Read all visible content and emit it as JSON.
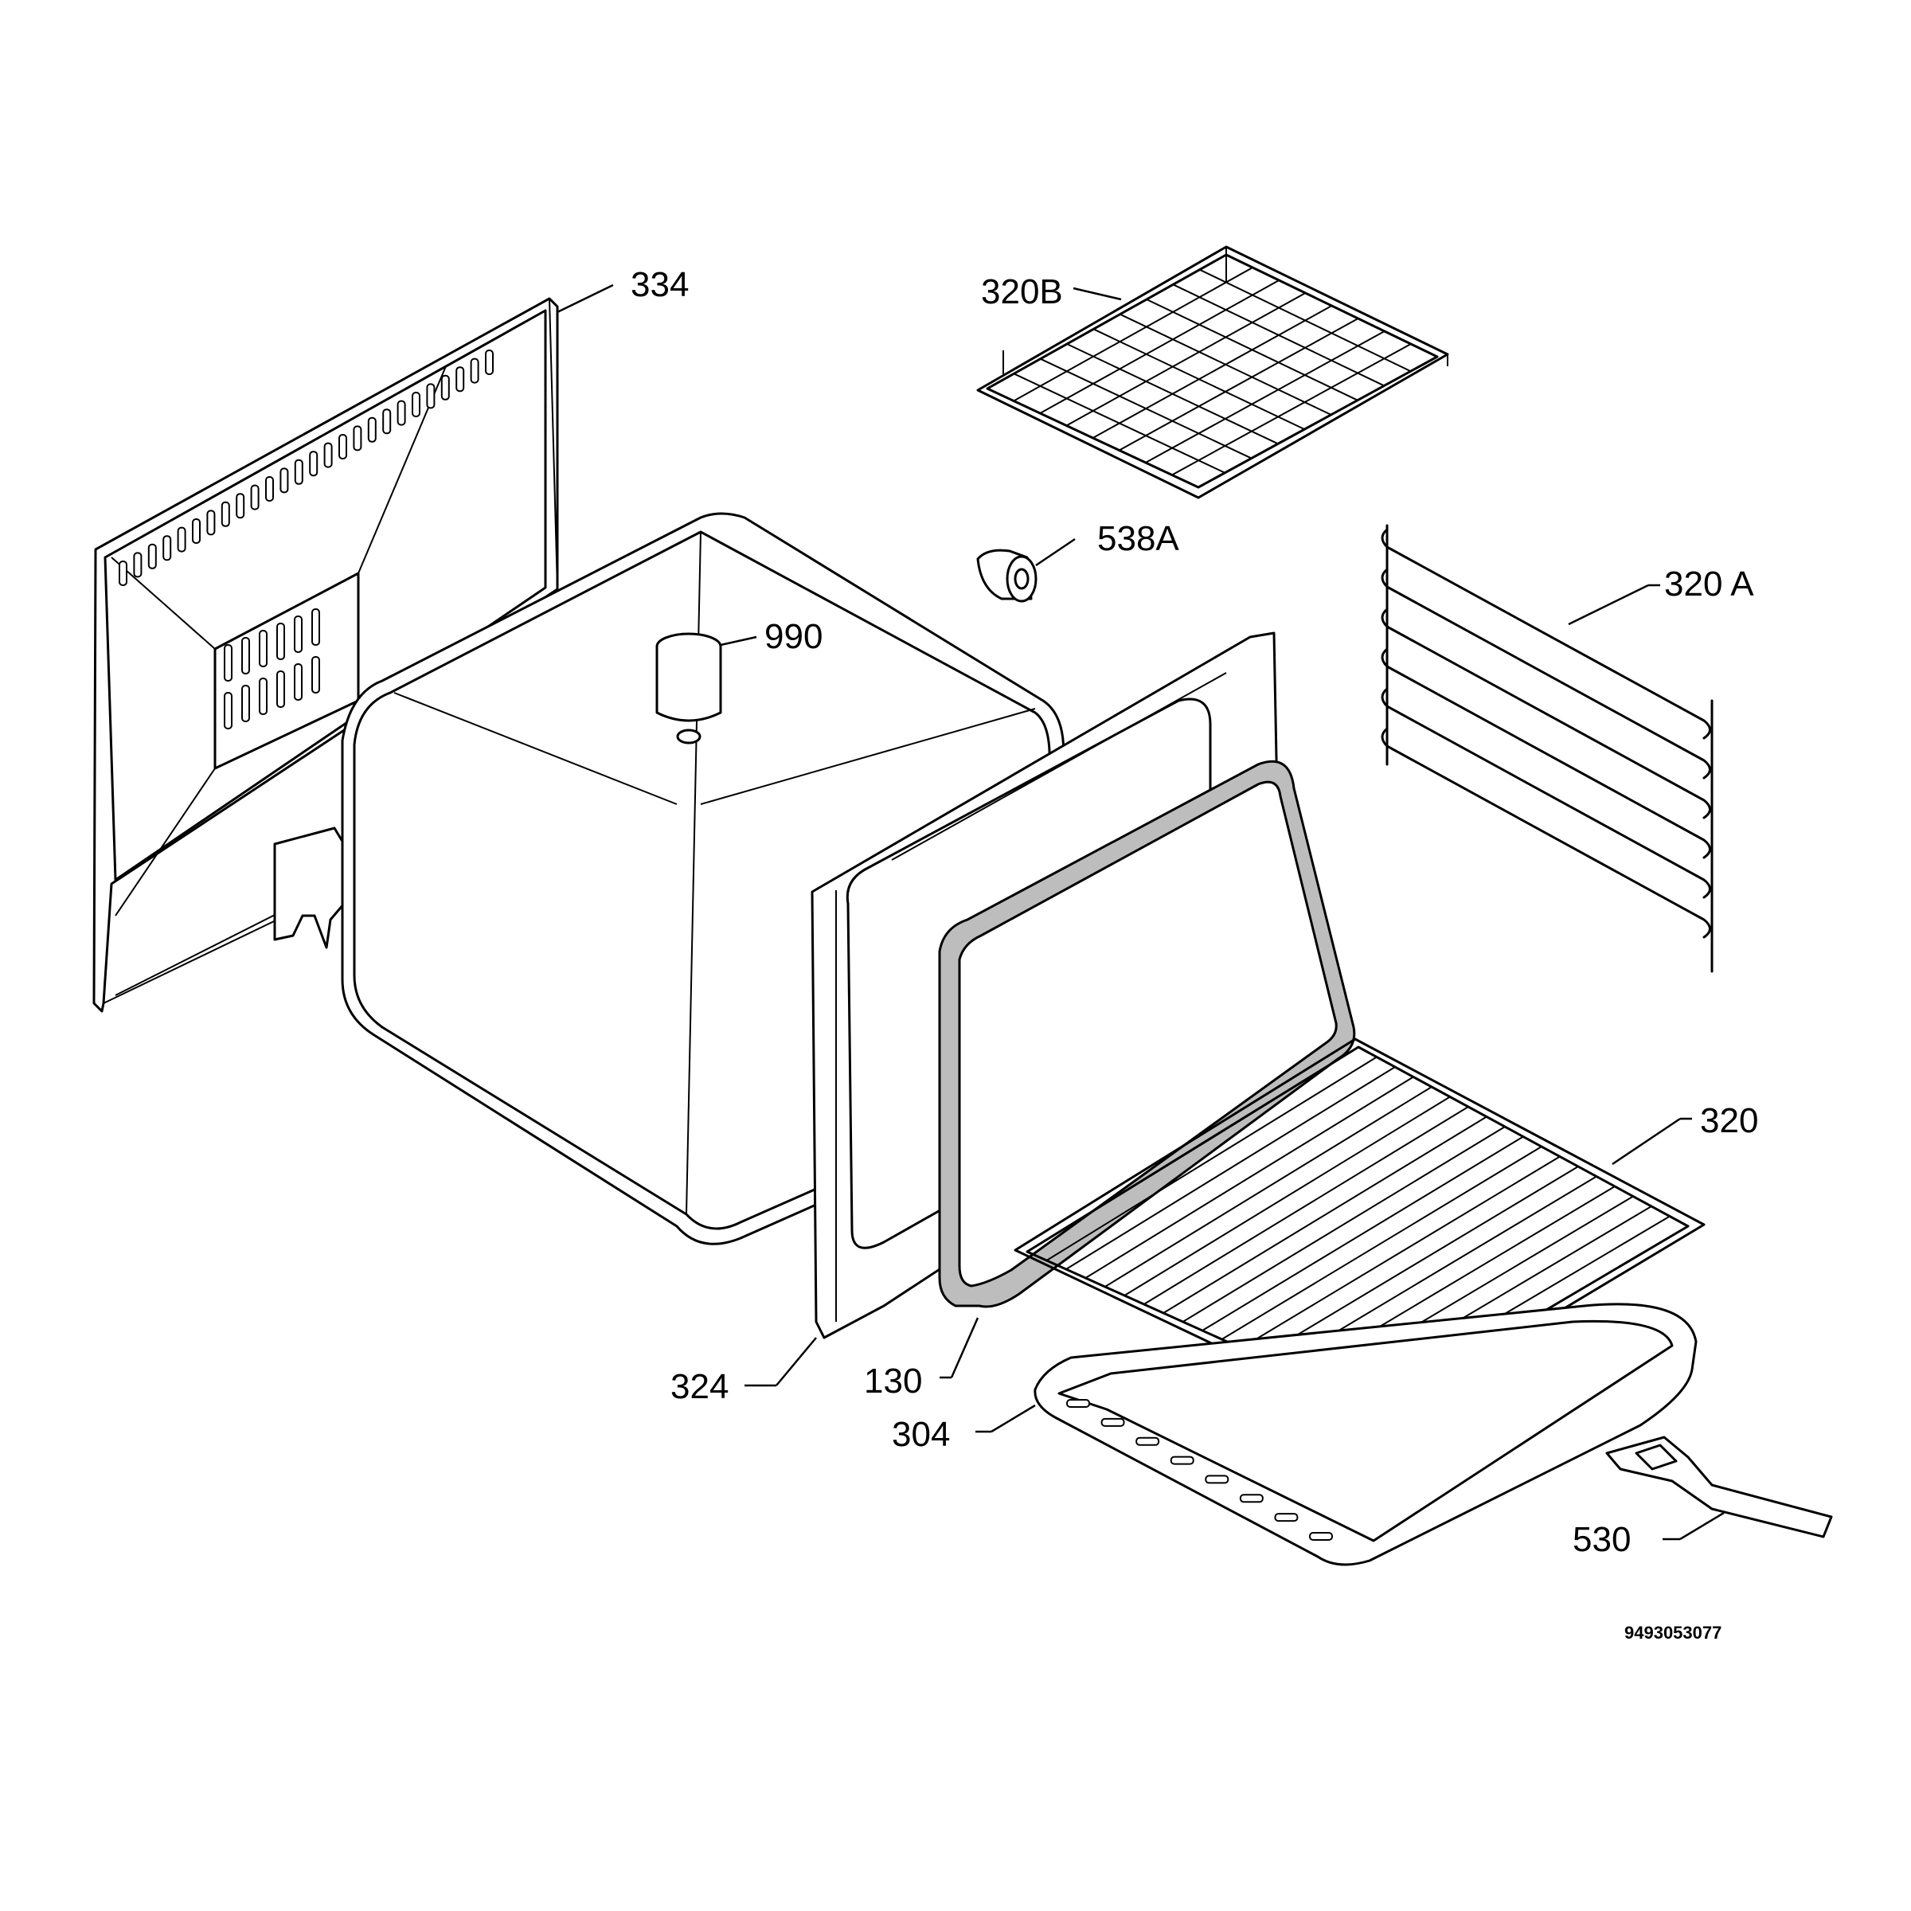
{
  "diagram": {
    "reference_number": "9493053077",
    "parts": [
      {
        "id": "back-panel",
        "label": "334"
      },
      {
        "id": "wire-shelf-support-b",
        "label": "320B"
      },
      {
        "id": "lamp-holder",
        "label": "538A"
      },
      {
        "id": "side-shelf-runner",
        "label": "320 A"
      },
      {
        "id": "fan-cap",
        "label": "990"
      },
      {
        "id": "oven-rack",
        "label": "320"
      },
      {
        "id": "front-frame",
        "label": "324"
      },
      {
        "id": "door-gasket",
        "label": "130"
      },
      {
        "id": "baking-tray",
        "label": "304"
      },
      {
        "id": "tray-handle",
        "label": "530"
      }
    ]
  }
}
